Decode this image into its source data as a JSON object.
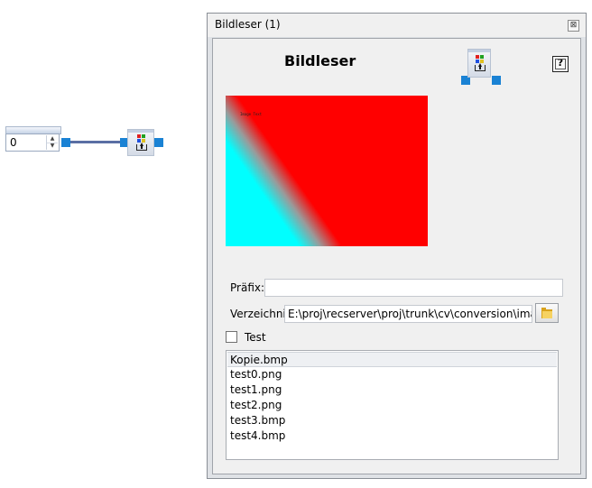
{
  "canvas": {
    "spin_node": {
      "value": "0",
      "up_glyph": "▲",
      "down_glyph": "▼"
    }
  },
  "window": {
    "title": "Bildleser (1)",
    "close_glyph": "⊠",
    "heading": "Bildleser",
    "help_glyph": "?",
    "preview": {
      "caption": "Image Text"
    },
    "prefix_label": "Präfix:",
    "prefix_value": "",
    "directory_label": "Verzeichnis:",
    "directory_value": "E:\\proj\\recserver\\proj\\trunk\\cv\\conversion\\images",
    "test_label": "Test",
    "test_checked": false,
    "files": [
      "Kopie.bmp",
      "test0.png",
      "test1.png",
      "test2.png",
      "test3.bmp",
      "test4.bmp"
    ],
    "selected_file": "Kopie.bmp"
  },
  "colors": {
    "port": "#1a82d4",
    "connection": "#5a6fa4",
    "preview_cyan": "#00ffff",
    "preview_red": "#ff0000"
  }
}
